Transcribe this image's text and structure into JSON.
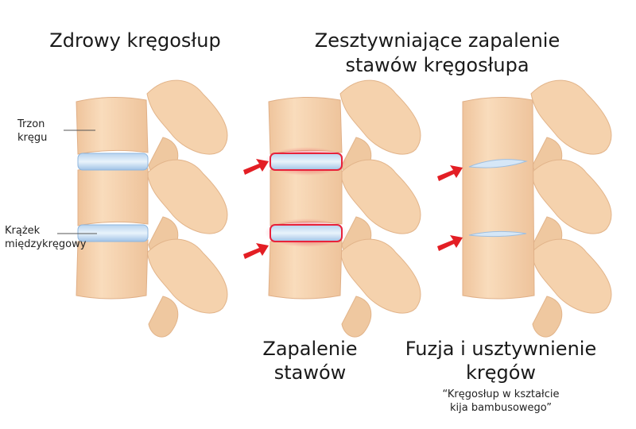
{
  "headings": {
    "healthy": "Zdrowy kręgosłup",
    "as_line1": "Zesztywniające zapalenie",
    "as_line2": "stawów kręgosłupa"
  },
  "labels": {
    "body_line1": "Trzon",
    "body_line2": "kręgu",
    "disc_line1": "Krążek",
    "disc_line2": "międzykręgowy"
  },
  "captions": {
    "inflam_line1": "Zapalenie",
    "inflam_line2": "stawów",
    "fusion_line1": "Fuzja i usztywnienie",
    "fusion_line2": "kręgów",
    "quote_line1": "“Kręgosłup w kształcie",
    "quote_line2": "kija bambusowego”"
  },
  "colors": {
    "bone": "#f7d7b3",
    "bone_shadow": "#e6b98f",
    "disc": "#a8c9ea",
    "disc_light": "#e4f0fa",
    "inflammation": "#e8223a",
    "arrow": "#e31e24"
  }
}
